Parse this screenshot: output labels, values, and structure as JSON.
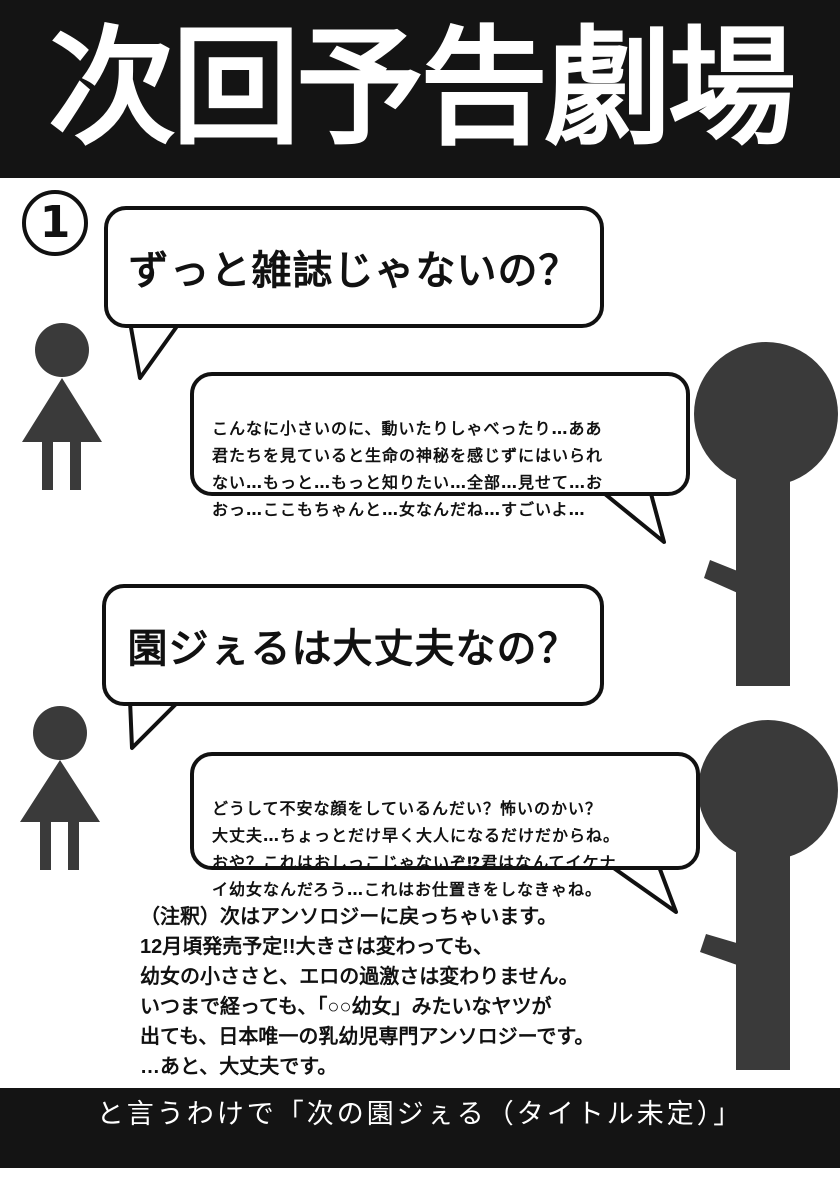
{
  "header": {
    "title": "次回予告劇場"
  },
  "episode_number": "1",
  "dialogue": [
    {
      "speaker": "small-figure",
      "text": "ずっと雑誌じゃないの？"
    },
    {
      "speaker": "tall-figure",
      "text": "こんなに小さいのに、動いたりしゃべったり…ああ\n君たちを見ていると生命の神秘を感じずにはいられ\nない…もっと…もっと知りたい…全部…見せて…お\nおっ…ここもちゃんと…女なんだね…すごいよ…"
    },
    {
      "speaker": "small-figure",
      "text": "園ジぇるは大丈夫なの？"
    },
    {
      "speaker": "tall-figure",
      "text": "どうして不安な顔をしているんだい？怖いのかい？\n大丈夫…ちょっとだけ早く大人になるだけだからね。\nおや？これはおしっこじゃないぞ⁉君はなんてイケナ\nイ幼女なんだろう…これはお仕置きをしなきゃね。"
    }
  ],
  "note": {
    "text": "（注釈）次はアンソロジーに戻っちゃいます。\n12月頃発売予定!!大きさは変わっても、\n幼女の小ささと、エロの過激さは変わりません。\nいつまで経っても、「○○幼女」みたいなヤツが\n出ても、日本唯一の乳幼児専門アンソロジーです。\n…あと、大丈夫です。"
  },
  "footer": {
    "text": "と言うわけで「次の園ジぇる（タイトル未定）」"
  },
  "colors": {
    "ink": "#141414",
    "figure": "#3a3a3a",
    "paper": "#ffffff"
  }
}
